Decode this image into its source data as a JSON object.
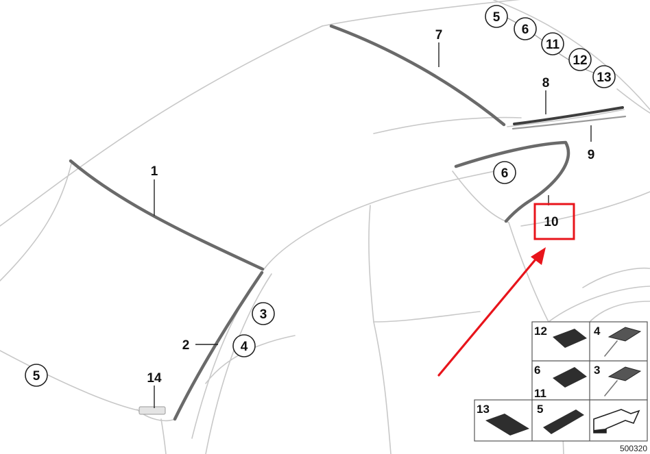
{
  "diagram": {
    "callouts": {
      "c1": "1",
      "c2": "2",
      "c3": "3",
      "c4": "4",
      "c5_left": "5",
      "c6_top": "6",
      "c6_mid": "6",
      "c5_top": "5",
      "c7": "7",
      "c8": "8",
      "c9": "9",
      "c10": "10",
      "c11": "11",
      "c12": "12",
      "c13": "13",
      "c14": "14"
    },
    "highlight_color": "#e8141b",
    "arrow_color": "#e8141b",
    "parts_table": {
      "r1_left": "12",
      "r1_right": "4",
      "r2_left_top": "6",
      "r2_left_bottom": "11",
      "r2_right": "3",
      "r3_left": "13",
      "r3_mid": "5"
    },
    "reference_number": "500320"
  }
}
